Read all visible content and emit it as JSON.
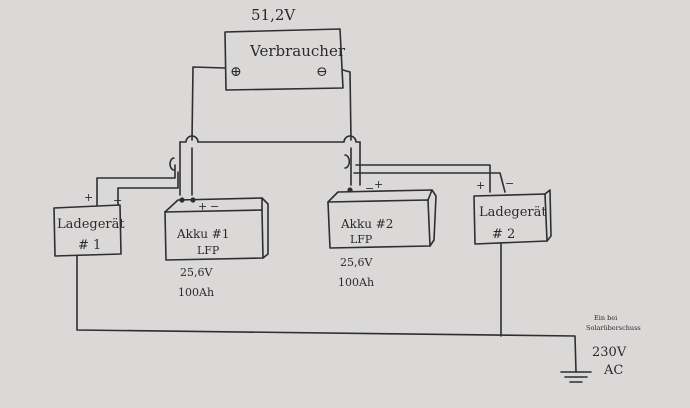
{
  "load": {
    "voltage": "51,2V",
    "label": "Verbraucher",
    "plus": "⊕",
    "minus": "⊖"
  },
  "charger1": {
    "line1": "Ladegerät",
    "line2": "# 1",
    "plus": "+",
    "minus": "−"
  },
  "charger2": {
    "line1": "Ladegerät",
    "line2": "# 2",
    "plus": "+",
    "minus": "−"
  },
  "battery1": {
    "line1": "Akku #1",
    "line2": "LFP",
    "plus": "+",
    "minus": "−",
    "voltage": "25,6V",
    "capacity": "100Ah"
  },
  "battery2": {
    "line1": "Akku #2",
    "line2": "LFP",
    "plus": "+",
    "minus": "−",
    "voltage": "25,6V",
    "capacity": "100Ah"
  },
  "mains": {
    "note_line1": "Ein bei",
    "note_line2": "Solarüberschuss",
    "voltage": "230V",
    "type": "AC"
  },
  "colors": {
    "paper": "#d9d7d6",
    "ink": "#2a2a2e"
  }
}
